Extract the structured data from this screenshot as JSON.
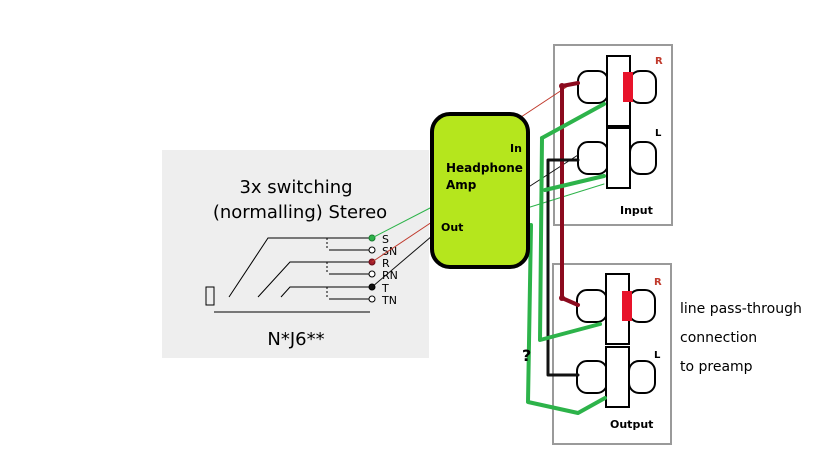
{
  "jack": {
    "title_line1": "3x switching",
    "title_line2": "(normalling) Stereo",
    "part_number": "N*J6**",
    "pins": [
      "S",
      "SN",
      "R",
      "RN",
      "T",
      "TN"
    ]
  },
  "amp": {
    "title_line1": "Headphone",
    "title_line2": "Amp",
    "in_label": "In",
    "out_label": "Out"
  },
  "input_panel": {
    "label": "Input",
    "r_label": "R",
    "l_label": "L"
  },
  "output_panel": {
    "label": "Output",
    "r_label": "R",
    "l_label": "L"
  },
  "note": {
    "line1": "line pass-through",
    "line2": "connection",
    "line3": "to preamp"
  },
  "question_mark": "?",
  "colors": {
    "green_wire": "#2db34a",
    "dark_red_wire": "#8b0a1e",
    "red_wire": "#c0392b",
    "amp_fill": "#b5e61d",
    "jack_bg": "#eeeeee",
    "rca_red": "#e8132a"
  }
}
